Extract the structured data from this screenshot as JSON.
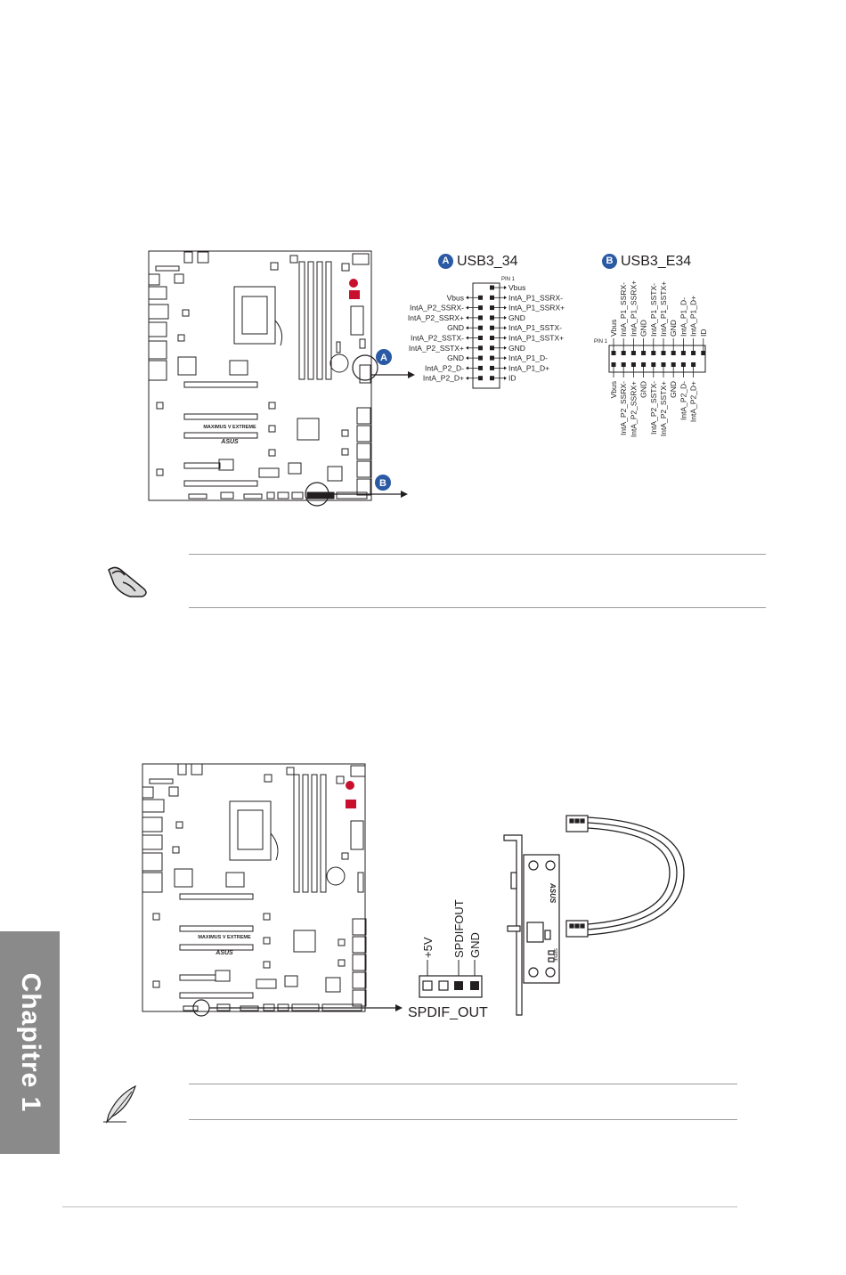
{
  "board": {
    "model_label": "MAXIMUS V EXTREME",
    "brand": "ASUS"
  },
  "callouts": [
    "A",
    "B"
  ],
  "usb3_34": {
    "title": "USB3_34",
    "pin1_label": "PIN 1",
    "left_pins": [
      "Vbus",
      "IntA_P2_SSRX-",
      "IntA_P2_SSRX+",
      "GND",
      "IntA_P2_SSTX-",
      "IntA_P2_SSTX+",
      "GND",
      "IntA_P2_D-",
      "IntA_P2_D+"
    ],
    "right_pins": [
      "Vbus",
      "IntA_P1_SSRX-",
      "IntA_P1_SSRX+",
      "GND",
      "IntA_P1_SSTX-",
      "IntA_P1_SSTX+",
      "GND",
      "IntA_P1_D-",
      "IntA_P1_D+",
      "ID"
    ]
  },
  "usb3_e34": {
    "title": "USB3_E34",
    "pin1_label": "PIN 1",
    "top_pins": [
      "Vbus",
      "IntA_P1_SSRX-",
      "IntA_P1_SSRX+",
      "GND",
      "IntA_P1_SSTX-",
      "IntA_P1_SSTX+",
      "GND",
      "IntA_P1_D-",
      "IntA_P1_D+",
      "ID"
    ],
    "bottom_pins": [
      "Vbus",
      "IntA_P2_SSRX-",
      "IntA_P2_SSRX+",
      "GND",
      "IntA_P2_SSTX-",
      "IntA_P2_SSTX+",
      "GND",
      "IntA_P2_D-",
      "IntA_P2_D+"
    ]
  },
  "spdif": {
    "header_label": "SPDIF_OUT",
    "pins": [
      "+5V",
      "SPDIFOUT",
      "GND"
    ],
    "bracket_label": "SPDIF"
  },
  "chapter_tab": "Chapitre 1"
}
